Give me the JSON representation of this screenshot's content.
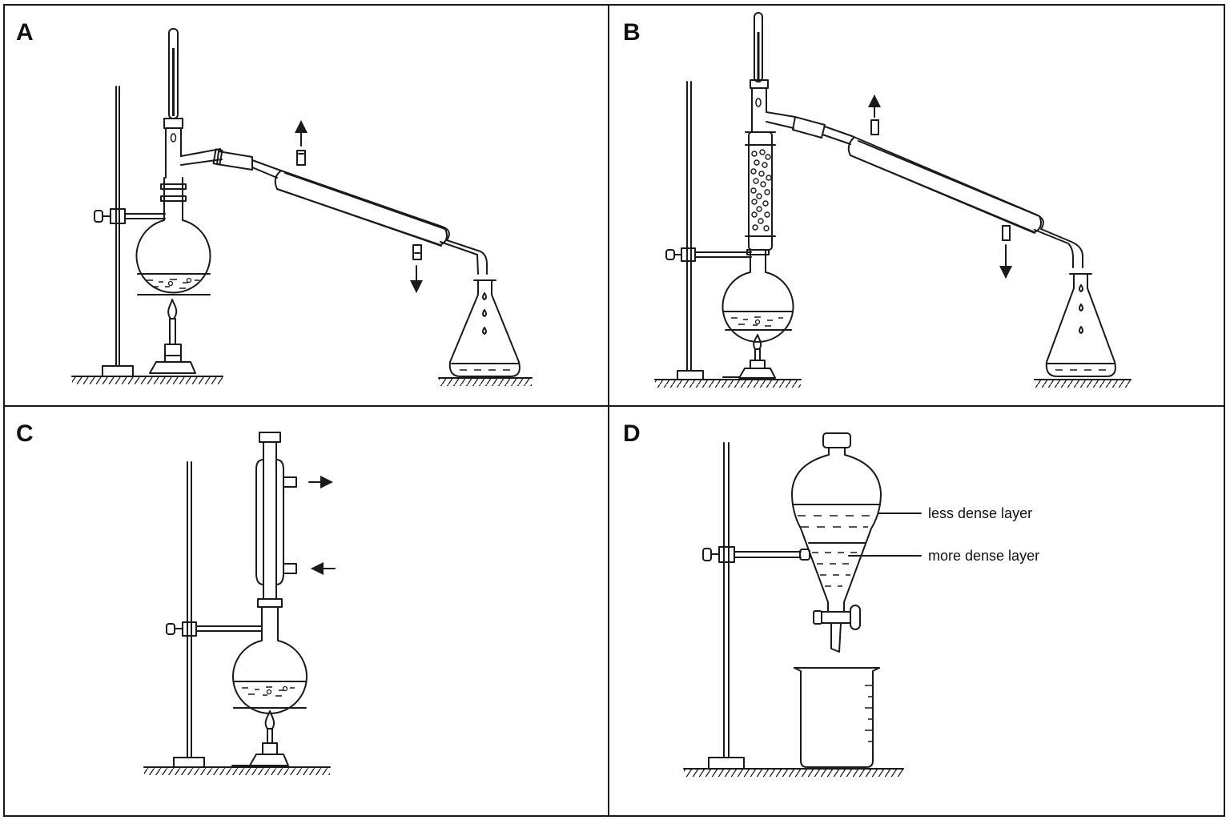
{
  "panels": [
    {
      "letter": "A"
    },
    {
      "letter": "B"
    },
    {
      "letter": "C"
    },
    {
      "letter": "D",
      "labels": [
        "less dense layer",
        "more dense layer"
      ]
    }
  ]
}
